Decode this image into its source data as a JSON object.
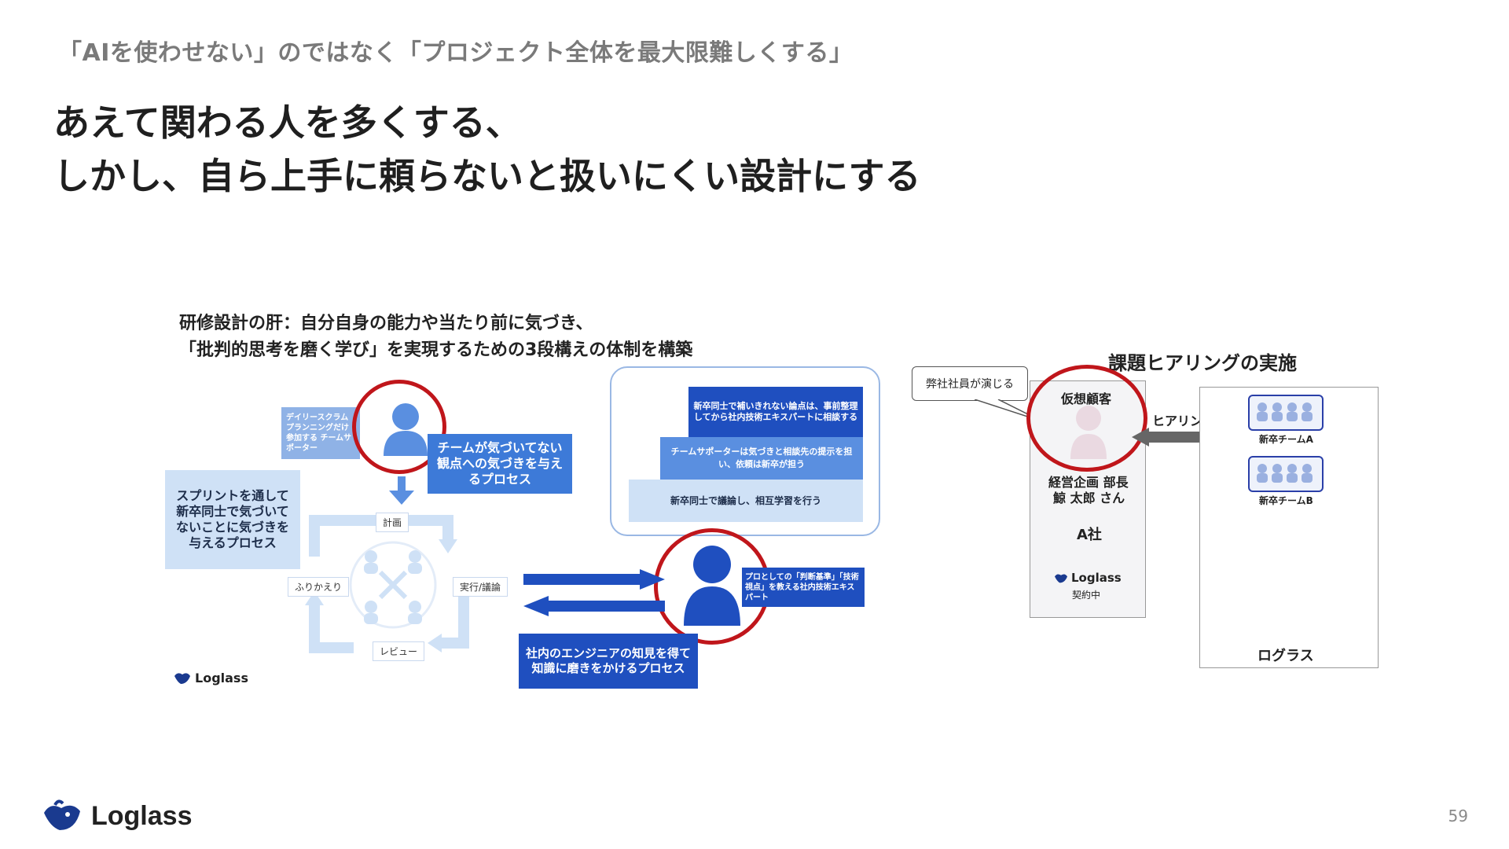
{
  "slide": {
    "eyebrow": "「AIを使わせない」のではなく「プロジェクト全体を最大限難しくする」",
    "headline_line1": "あえて関わる人を多くする、",
    "headline_line2": "しかし、自ら上手に頼らないと扱いにくい設計にする",
    "page_number": "59",
    "footer_logo": "Loglass"
  },
  "left_figure": {
    "title_line1": "研修設計の肝：自分自身の能力や当たり前に気づき、",
    "title_line2": "「批判的思考を磨く学び」を実現するための3段構えの体制を構築",
    "daily_scrum_note": "デイリースクラム プランニングだけ 参加する チームサポーター",
    "team_notice_box": "チームが気づいてない観点への気づきを与えるプロセス",
    "sprint_box": "スプリントを通して新卒同士で気づいてないことに気づきを与えるプロセス",
    "cycle": {
      "plan": "計画",
      "execute": "実行/議論",
      "review": "レビュー",
      "reflect": "ふりかえり"
    },
    "stair_top": "新卒同士で補いきれない論点は、事前整理してから社内技術エキスパートに相談する",
    "stair_mid": "チームサポーターは気づきと相談先の提示を担い、依頼は新卒が担う",
    "stair_bottom": "新卒同士で議論し、相互学習を行う",
    "expert_note": "プロとしての「判断基準」「技術視点」を教える社内技術エキスパート",
    "engineer_box": "社内のエンジニアの知見を得て知識に磨きをかけるプロセス",
    "logo": "Loglass"
  },
  "right_figure": {
    "title": "課題ヒアリングの実施",
    "speech_bubble": "弊社社員が演じる",
    "virtual_customer": "仮想顧客",
    "person_title": "経営企画 部長",
    "person_name": "鯨 太郎 さん",
    "company": "A社",
    "logo": "Loglass",
    "contract": "契約中",
    "hearing_label": "ヒアリング",
    "team_a": "新卒チームA",
    "team_b": "新卒チームB",
    "loglass_label": "ログラス"
  },
  "colors": {
    "accent_red": "#c0161b",
    "dark_blue": "#1f4fbf",
    "light_blue": "#cfe1f6",
    "brand_navy": "#1a3a8f"
  }
}
